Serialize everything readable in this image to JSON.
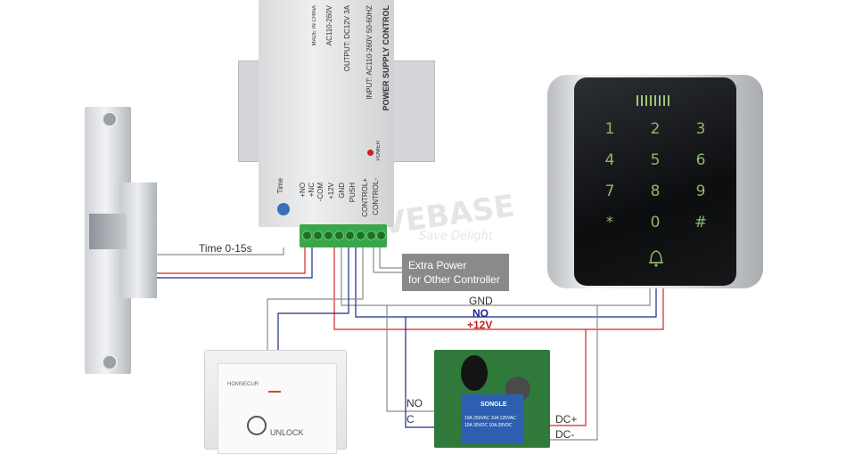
{
  "power_supply": {
    "title": "POWER SUPPLY CONTROL",
    "input": "INPUT: AC110-260V 50-60HZ",
    "output": "OUTPUT: DC12V 3A",
    "ac": "AC110-260V",
    "made": "MADE IN CHINA",
    "power_led": "POWER",
    "time_label": "Time",
    "terminals": [
      "+NO",
      "+NC",
      "-COM",
      "+12V",
      "GND",
      "PUSH",
      "CONTROL+",
      "CONTROL-"
    ]
  },
  "labels": {
    "time_range": "Time 0-15s",
    "extra_power": "Extra Power",
    "extra_power_line2": "for Other Controller",
    "gnd": "GND",
    "no": "NO",
    "plus12v": "+12V",
    "relay_no": "NO",
    "relay_c": "C",
    "relay_dc_plus": "DC+",
    "relay_dc_minus": "DC-"
  },
  "keypad": {
    "keys": [
      "1",
      "2",
      "3",
      "4",
      "5",
      "6",
      "7",
      "8",
      "9",
      "*",
      "0",
      "#"
    ]
  },
  "exit_button": {
    "brand": "HOMSECUR",
    "label": "UNLOCK"
  },
  "relay_board": {
    "brand": "SONGLE",
    "spec1": "10A 250VAC  10A 125VAC",
    "spec2": "10A 30VDC  10A 28VDC"
  },
  "watermark": {
    "brand": "SAVEBASE",
    "tagline": "Save Delight"
  },
  "colors": {
    "wire_gray": "#8c8c8c",
    "wire_blue": "#1a2a8c",
    "wire_red": "#d42424",
    "terminal_green": "#3aa64b",
    "keypad_text": "#8fb86a",
    "extra_box": "#8a8a8a"
  }
}
